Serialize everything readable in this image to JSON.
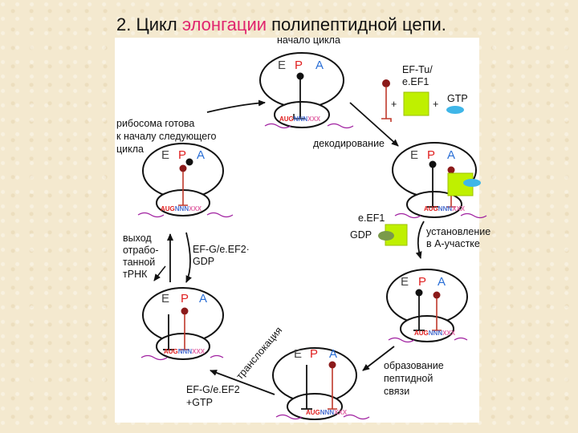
{
  "title": {
    "prefix": "2. Цикл ",
    "highlight": "элонгации",
    "suffix": " полипептидной цепи."
  },
  "colors": {
    "site_e": "#444444",
    "site_p": "#e02020",
    "site_a": "#2a6fd6",
    "peptide": "#c0392b",
    "ribosome_outline": "#111111",
    "mrna_line": "#a020a0",
    "factor_square": "#bff000",
    "gtp_ellipse": "#3fb6e8",
    "gdp_ellipse": "#7a9a4a",
    "highlight_text": "#e0246e"
  },
  "sites": {
    "e": "E",
    "p": "P",
    "a": "A"
  },
  "mrna": {
    "start": "AUG",
    "mid": "NNN",
    "end": "XXX"
  },
  "labels": {
    "start": "начало цикла",
    "eftu_1": "EF-Tu/",
    "eftu_2": "e.EF1",
    "plus1": "+",
    "plus2": "+",
    "gtp": "GTP",
    "decoding": "декодирование",
    "ready_1": "рибосома готова",
    "ready_2": "к началу следующего",
    "ready_3": "цикла",
    "eef1": "e.EF1",
    "gdp": "GDP",
    "install_1": "установление",
    "install_2": "в А-участке",
    "exit_1": "выход",
    "exit_2": "отрабо-",
    "exit_3": "танной",
    "exit_4": "тРНК",
    "efg_1": "EF-G/e.EF2·",
    "efg_2": "GDP",
    "translocation": "транслокация",
    "bond_1": "образование",
    "bond_2": "пептидной",
    "bond_3": "связи",
    "efg_gtp_1": "EF-G/e.EF2",
    "efg_gtp_2": "+GTP"
  }
}
